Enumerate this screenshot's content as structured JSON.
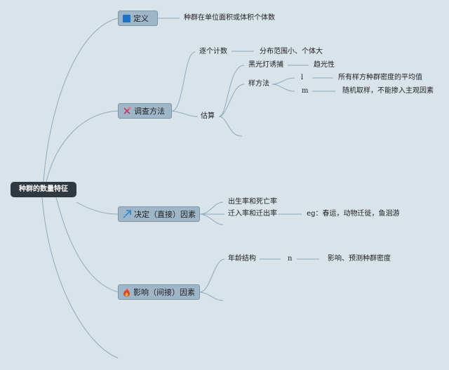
{
  "mindmap": {
    "root": "种群的数量特征",
    "branches": {
      "definition": {
        "label": "定义",
        "detail": "种群在单位面积或体积个体数"
      },
      "survey": {
        "label": "调查方法",
        "count_each": "逐个计数",
        "count_each_note": "分布范围小、个体大",
        "estimate": "估算",
        "light_trap": "黑光灯诱捕",
        "light_trap_note": "趋光性",
        "quadrat": "样方法",
        "quadrat_l": "l",
        "quadrat_l_note": "所有样方种群密度的平均值",
        "quadrat_m": "m",
        "quadrat_m_note": "随机取样，不能掺入主观因素"
      },
      "direct": {
        "label": "决定（直接）因素",
        "birth_death": "出生率和死亡率",
        "migration": "迁入率和迁出率",
        "migration_note": "eg：春运，动物迁徙，鱼洄游"
      },
      "indirect": {
        "label": "影响（间接）因素",
        "age": "年龄结构",
        "age_n": "n",
        "age_note": "影响、预测种群密度"
      }
    }
  },
  "colors": {
    "background": "#d8e3ea",
    "root": "#303840",
    "branch": "#9fb5c8",
    "connector": "#8faabd",
    "icon_square": "#1e73c8",
    "icon_tools": "#c0396b",
    "icon_arrow": "#3a86c8",
    "icon_flame": "#e0442a"
  },
  "icons": [
    "blue-square-icon",
    "tools-icon",
    "arrow-icon",
    "flame-icon"
  ]
}
